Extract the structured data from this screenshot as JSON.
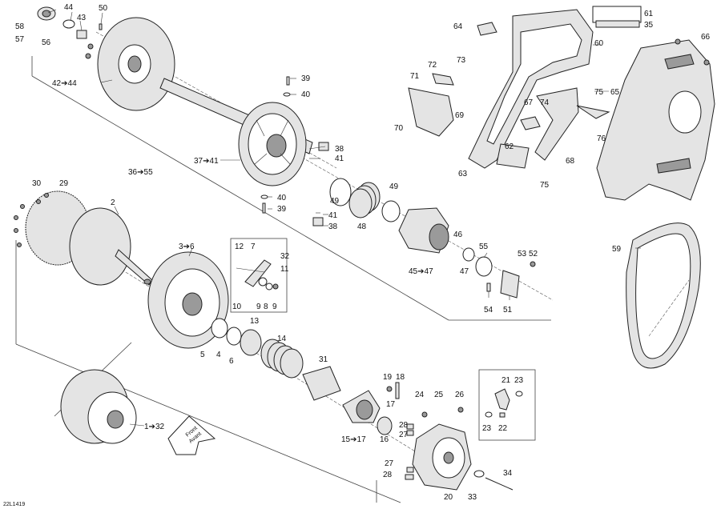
{
  "diagram": {
    "reference_code": "22L1419",
    "direction_label": {
      "line1": "Front",
      "line2": "Avant"
    },
    "callouts": [
      "58",
      "57",
      "56",
      "44",
      "43",
      "50",
      "42➔44",
      "39",
      "40",
      "36➔55",
      "37➔41",
      "38",
      "41",
      "40",
      "39",
      "41",
      "38",
      "30",
      "29",
      "2",
      "3➔6",
      "12",
      "7",
      "32",
      "11",
      "10",
      "9",
      "8",
      "9",
      "5",
      "4",
      "6",
      "13",
      "14",
      "31",
      "1➔32",
      "49",
      "48",
      "49",
      "45➔47",
      "46",
      "47",
      "55",
      "53",
      "52",
      "54",
      "51",
      "64",
      "61",
      "35",
      "60",
      "66",
      "65",
      "72",
      "73",
      "71",
      "69",
      "70",
      "67",
      "74",
      "75",
      "76",
      "62",
      "63",
      "68",
      "75",
      "59",
      "19",
      "18",
      "17",
      "16",
      "15➔17",
      "24",
      "25",
      "26",
      "28",
      "27",
      "27",
      "28",
      "20",
      "33",
      "34",
      "21",
      "23",
      "23",
      "22"
    ]
  }
}
